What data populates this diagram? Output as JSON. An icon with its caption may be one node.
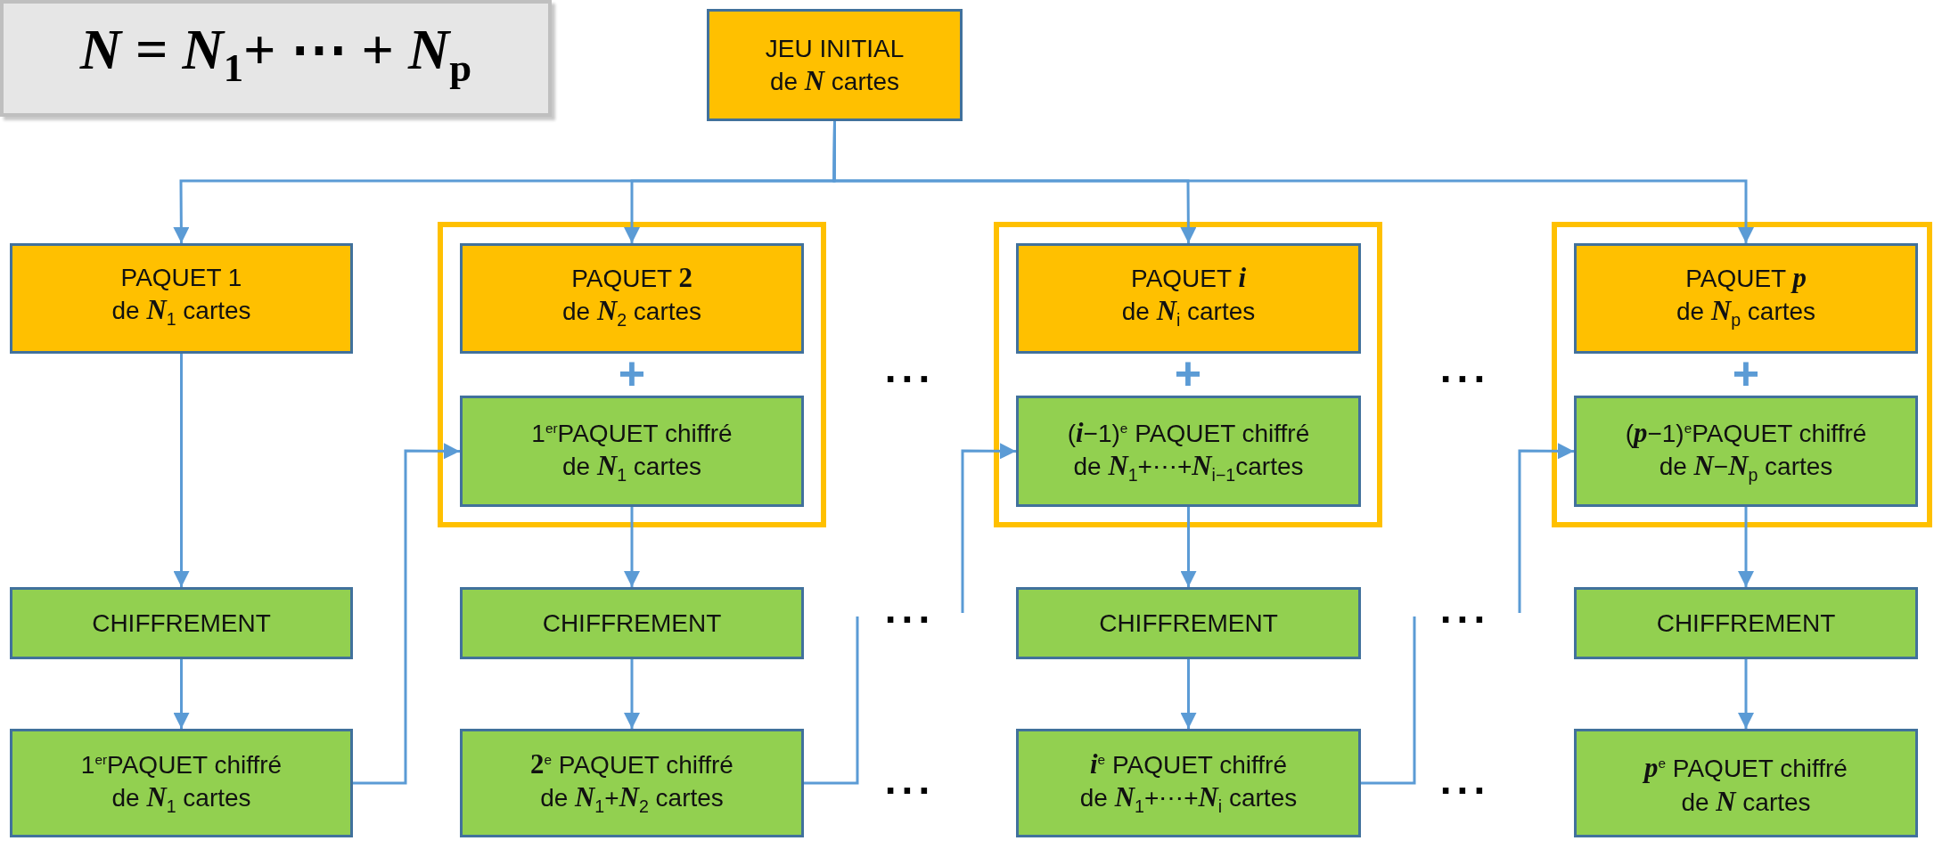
{
  "diagram": {
    "nodes": [
      {
        "text": [
          "*N* = *N*$_{1}$+ ⋯ + *N*$_{p}$"
        ]
      },
      {
        "text": [
          "JEU INITIAL",
          "de *N* cartes"
        ]
      },
      {
        "text": [
          "PAQUET 1",
          "de *N*$_{1}$ cartes"
        ]
      },
      {
        "text": [],
        "shape": "box"
      },
      {
        "text": [
          "PAQUET **2**",
          "de *N*$_{2}$ cartes"
        ],
        "in": 3
      },
      {
        "text": [
          "1$^{er}$PAQUET chiffré",
          "de *N*$_{1}$ cartes"
        ],
        "in": 3
      },
      {
        "text": [],
        "shape": "box"
      },
      {
        "text": [
          "PAQUET *i*",
          "de *N*$_{i}$ cartes"
        ],
        "in": 6
      },
      {
        "text": [
          "(*i*−1)$^{e}$ PAQUET chiffré",
          "de *N*$_{1}$+⋯+*N*$_{i−1}$cartes"
        ],
        "in": 6
      },
      {
        "text": [],
        "shape": "box"
      },
      {
        "text": [
          "PAQUET *p*",
          "de *N*$_{p}$ cartes"
        ],
        "in": 9
      },
      {
        "text": [
          "(*p*−1)$^{e}$PAQUET chiffré",
          "de *N*−*N*$_{p}$ cartes"
        ],
        "in": 9
      },
      {
        "text": [
          "CHIFFREMENT"
        ]
      },
      {
        "text": [
          "CHIFFREMENT"
        ]
      },
      {
        "text": [
          "CHIFFREMENT"
        ]
      },
      {
        "text": [
          "CHIFFREMENT"
        ]
      },
      {
        "text": [
          "1$^{er}$PAQUET chiffré",
          "de *N*$_{1}$ cartes"
        ]
      },
      {
        "text": [
          "**2**$^{e}$ PAQUET chiffré",
          "de *N*$_{1}$+*N*$_{2}$ cartes"
        ]
      },
      {
        "text": [
          "*i*$^{e}$ PAQUET chiffré",
          "de *N*$_{1}$+⋯+*N*$_{i}$ cartes"
        ]
      },
      {
        "text": [
          "*p*$^{e}$ PAQUET chiffré",
          "de *N* cartes"
        ]
      }
    ],
    "edges": [
      {
        "from": 1,
        "to": 2,
        "arrow": "to"
      },
      {
        "from": 1,
        "to": 4,
        "arrow": "to"
      },
      {
        "from": 1,
        "to": 7,
        "arrow": "to"
      },
      {
        "from": 1,
        "to": 10,
        "arrow": "to"
      },
      {
        "from": 2,
        "to": 12,
        "arrow": "to"
      },
      {
        "from": 5,
        "to": 13,
        "arrow": "to"
      },
      {
        "from": 8,
        "to": 14,
        "arrow": "to"
      },
      {
        "from": 11,
        "to": 15,
        "arrow": "to"
      },
      {
        "from": 12,
        "to": 16,
        "arrow": "to"
      },
      {
        "from": 13,
        "to": 17,
        "arrow": "to"
      },
      {
        "from": 14,
        "to": 18,
        "arrow": "to"
      },
      {
        "from": 15,
        "to": 19,
        "arrow": "to"
      },
      {
        "from": 16,
        "to": 5,
        "arrow": "to"
      },
      {
        "from": 17,
        "to": null,
        "arrow": "none"
      },
      {
        "from": null,
        "to": 8,
        "arrow": "to"
      },
      {
        "from": 18,
        "to": null,
        "arrow": "none"
      },
      {
        "from": null,
        "to": 11,
        "arrow": "to"
      }
    ],
    "labels": [
      "+",
      "...",
      "+",
      "...",
      "+",
      "...",
      "...",
      "...",
      "..."
    ]
  }
}
